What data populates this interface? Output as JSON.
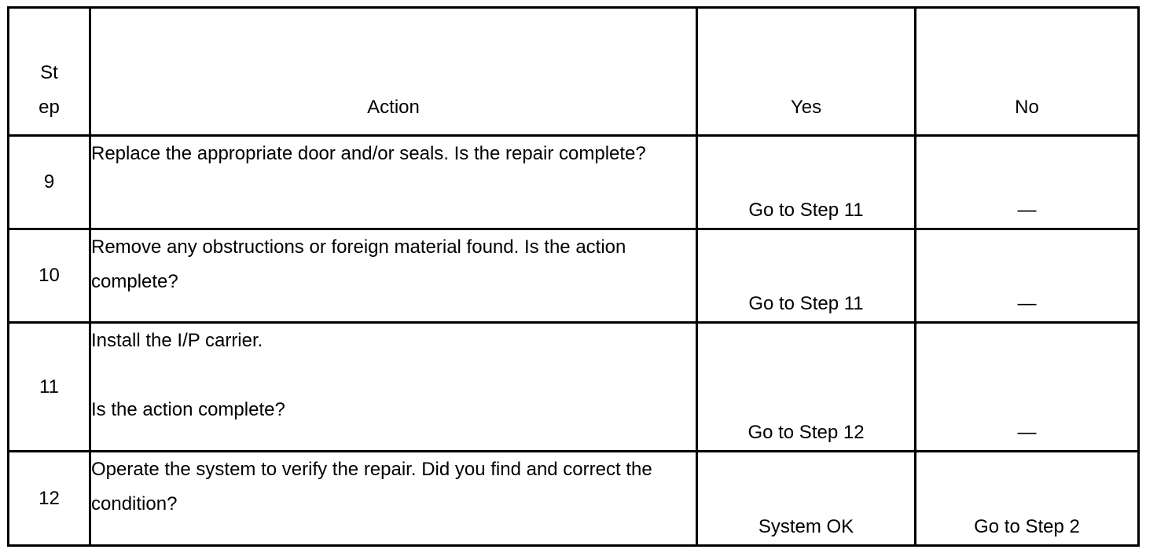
{
  "header": {
    "step_line1": "St",
    "step_line2": "ep",
    "action": "Action",
    "yes": "Yes",
    "no": "No"
  },
  "rows": [
    {
      "step": "9",
      "action": "Replace the appropriate door and/or seals. Is the repair complete?",
      "yes": "Go to Step 11",
      "no": "—"
    },
    {
      "step": "10",
      "action": "Remove any obstructions or foreign material found. Is the action complete?",
      "yes": "Go to Step 11",
      "no": "—"
    },
    {
      "step": "11",
      "action_line1": "Install the I/P carrier.",
      "action_line2": "Is the action complete?",
      "yes": "Go to Step 12",
      "no": "—"
    },
    {
      "step": "12",
      "action": "Operate the system to verify the repair. Did you find and correct the condition?",
      "yes": "System OK",
      "no": "Go to Step 2"
    }
  ]
}
